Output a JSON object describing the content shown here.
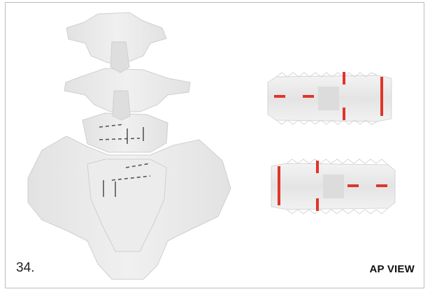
{
  "figure": {
    "number": "34.",
    "view_label": "AP VIEW"
  },
  "colors": {
    "marker": "#e0352b",
    "bone": "#e9e9e9",
    "implant": "#ececec"
  },
  "icons": [
    "lumbar-spine-illustration",
    "implant-top",
    "implant-bottom"
  ]
}
